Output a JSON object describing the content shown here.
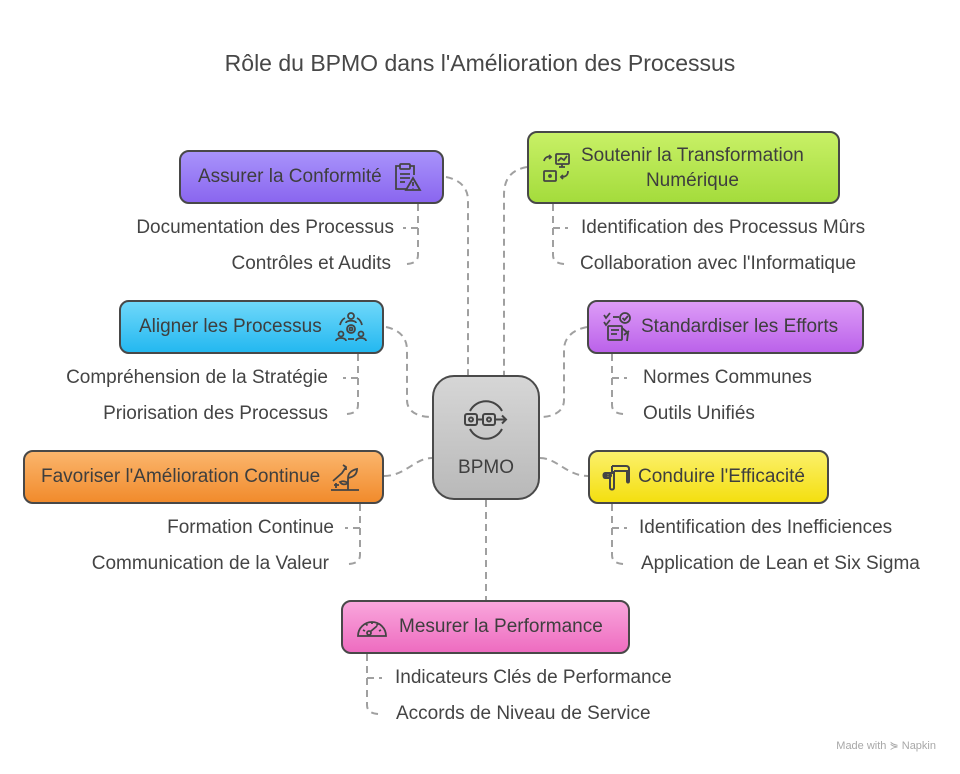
{
  "title": "Rôle du BPMO dans l'Amélioration des Processus",
  "center": {
    "label": "BPMO",
    "icon": "process-flow-icon",
    "color": "#c8c8c8"
  },
  "branches": [
    {
      "id": "conformite",
      "label": "Assurer la Conformité",
      "icon": "clipboard-warning-icon",
      "color": "#9b7df5",
      "children": [
        "Documentation des Processus",
        "Contrôles et Audits"
      ]
    },
    {
      "id": "transformation",
      "label_lines": [
        "Soutenir la Transformation",
        "Numérique"
      ],
      "icon": "digital-transformation-icon",
      "color": "#b4e64b",
      "children": [
        "Identification des Processus Mûrs",
        "Collaboration avec l'Informatique"
      ]
    },
    {
      "id": "aligner",
      "label": "Aligner les Processus",
      "icon": "team-gear-icon",
      "color": "#3ec8f5",
      "children": [
        "Compréhension de la Stratégie",
        "Priorisation des Processus"
      ]
    },
    {
      "id": "standardiser",
      "label": "Standardiser les Efforts",
      "icon": "checklist-hand-icon",
      "color": "#cc7ef0",
      "children": [
        "Normes Communes",
        "Outils Unifiés"
      ]
    },
    {
      "id": "amelioration",
      "label": "Favoriser l'Amélioration Continue",
      "icon": "plant-growth-icon",
      "color": "#f7a04a",
      "children": [
        "Formation Continue",
        "Communication de la Valeur"
      ]
    },
    {
      "id": "efficacite",
      "label": "Conduire l'Efficacité",
      "icon": "pipe-flow-icon",
      "color": "#f7e83a",
      "children": [
        "Identification des Inefficiences",
        "Application de Lean et Six Sigma"
      ]
    },
    {
      "id": "performance",
      "label": "Mesurer la Performance",
      "icon": "speedometer-icon",
      "color": "#f58ad0",
      "children": [
        "Indicateurs Clés de Performance",
        "Accords de Niveau de Service"
      ]
    }
  ],
  "credit": "Made with ⋟ Napkin"
}
